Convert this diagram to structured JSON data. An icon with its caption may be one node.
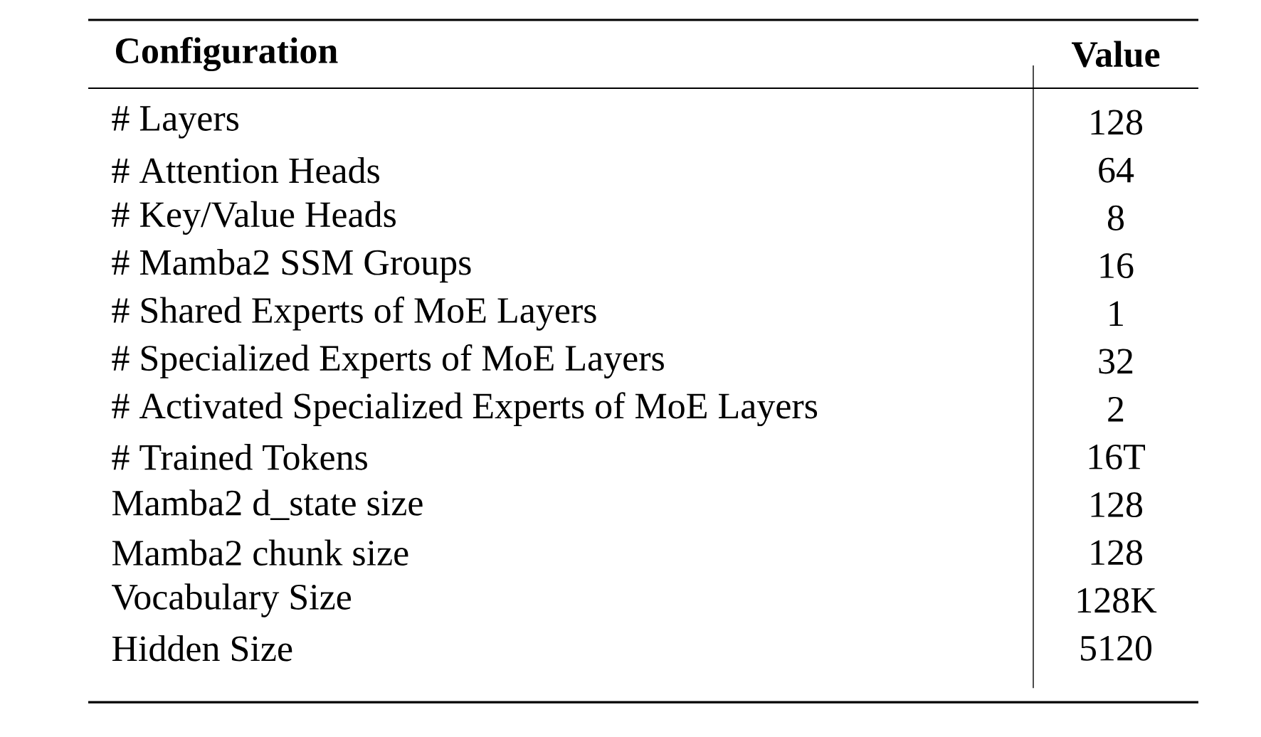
{
  "diagram": {
    "labels": [
      "Configuration",
      "Value",
      "# Layers",
      "128",
      "# Attention Heads",
      "64",
      "# Key/Value Heads",
      "8",
      "# Mamba2 SSM Groups",
      "16",
      "# Shared Experts of MoE Layers",
      "1",
      "# Specialized Experts of MoE Layers",
      "32",
      "# Activated Specialized Experts of MoE Layers",
      "2",
      "# Trained Tokens",
      "16T",
      "Mamba2 d_state size",
      "128",
      "Mamba2 chunk size",
      "128",
      "Vocabulary Size",
      "128K",
      "Hidden Size",
      "5120"
    ]
  }
}
